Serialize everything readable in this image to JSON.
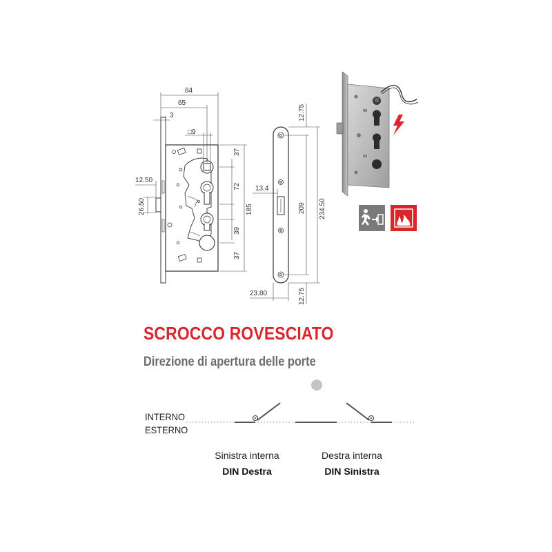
{
  "dimensions": {
    "w84": "84",
    "w65": "65",
    "w3": "3",
    "sq9": "□9",
    "h37a": "37",
    "h72": "72",
    "h185": "185",
    "h39": "39",
    "h37b": "37",
    "w12_50": "12.50",
    "h26_50": "26.50",
    "w13_4": "13.4",
    "h209": "209",
    "h234_50": "234.50",
    "h12_75_top": "12.75",
    "h12_75_bottom": "12.75",
    "w23_80": "23.80"
  },
  "title": "SCROCCO ROVESCIATO",
  "subtitle": "Direzione di apertura delle porte",
  "sides": {
    "inside": "INTERNO",
    "outside": "ESTERNO"
  },
  "options": [
    {
      "name": "Sinistra interna",
      "din": "DIN Destra"
    },
    {
      "name": "Destra interna",
      "din": "DIN Sinistra"
    }
  ],
  "colors": {
    "accent": "#d9262c",
    "subtitle": "#6b6b6b",
    "icon_bg": "#7a7a7a",
    "fire_icon": "#d9262c",
    "dot": "#c4c4c4"
  },
  "icons": [
    "emergency-exit-icon",
    "fire-door-icon",
    "electric-lightning-icon"
  ]
}
